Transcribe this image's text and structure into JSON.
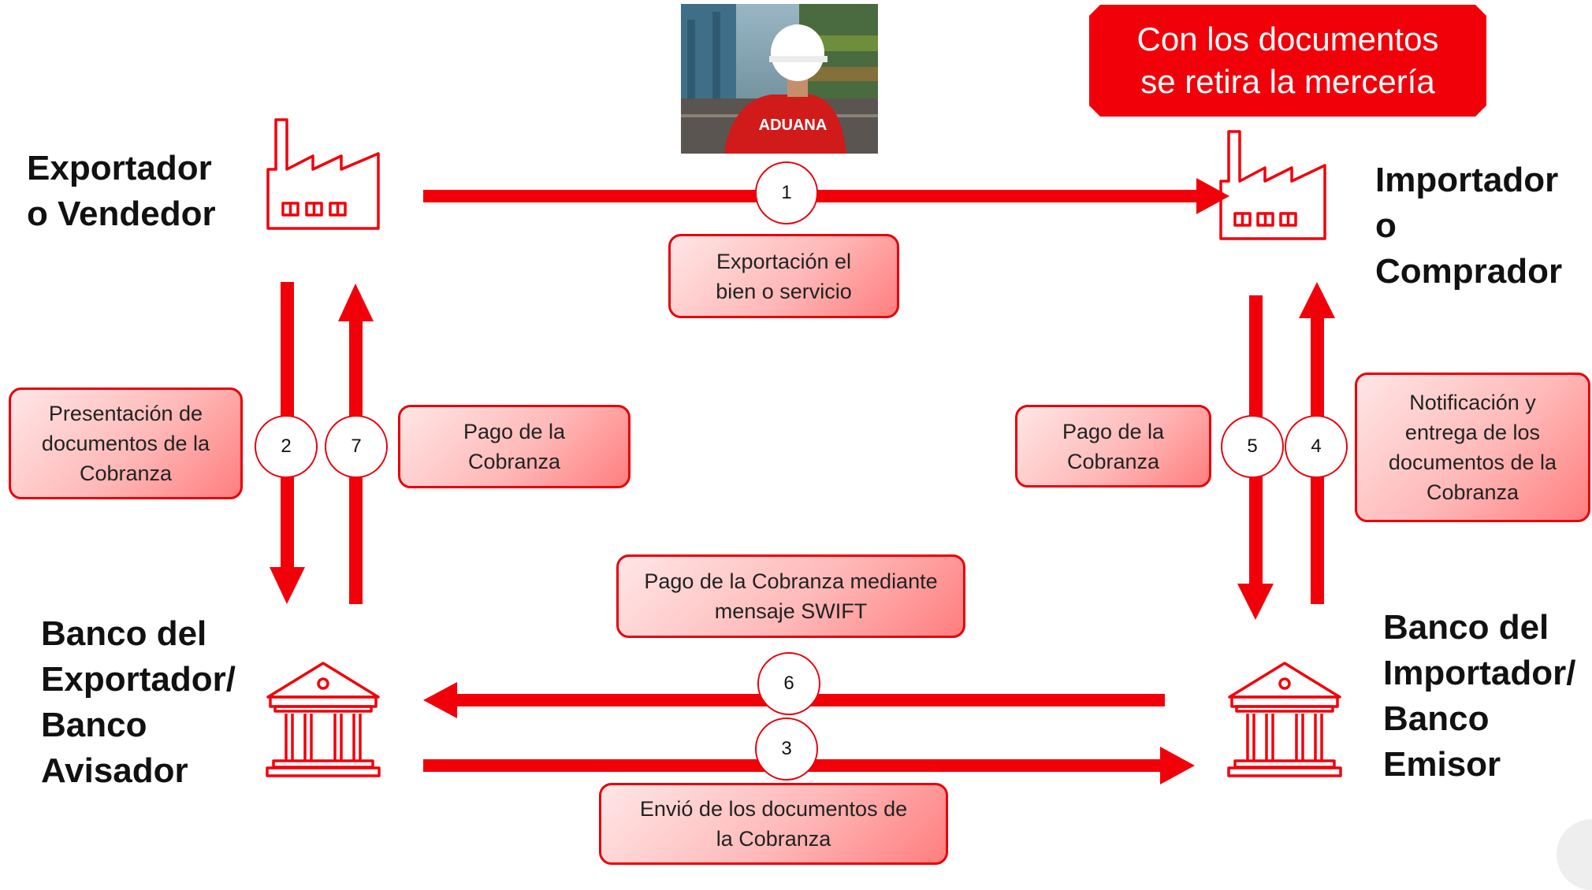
{
  "parties": {
    "exporter": "Exportador\no Vendedor",
    "importer": "Importador\no\nComprador",
    "exporter_bank": "Banco del\nExportador/\nBanco\nAvisador",
    "importer_bank": "Banco del\nImportador/\nBanco\nEmisor"
  },
  "banner": "Con los documentos\nse retira la mercería",
  "photo": {
    "vest_text": "ADUANA"
  },
  "steps": [
    {
      "num": "1",
      "label": "Exportación el\nbien o servicio"
    },
    {
      "num": "2",
      "label": "Presentación de\ndocumentos de la\nCobranza"
    },
    {
      "num": "3",
      "label": "Envió de los documentos de\nla Cobranza"
    },
    {
      "num": "4",
      "label": "Notificación y\nentrega de los\ndocumentos de la\nCobranza"
    },
    {
      "num": "5",
      "label": "Pago de la\nCobranza"
    },
    {
      "num": "6",
      "label": "Pago de la Cobranza mediante\nmensaje SWIFT"
    },
    {
      "num": "7",
      "label": "Pago de la\nCobranza"
    }
  ],
  "colors": {
    "accent": "#f2000a",
    "box_border": "#e8000a"
  }
}
